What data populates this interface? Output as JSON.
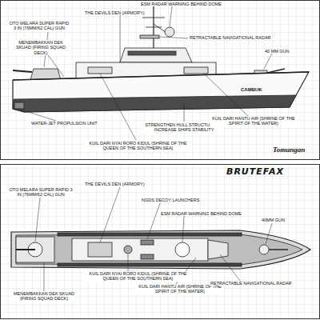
{
  "diagram": {
    "labels": [
      "ESM RADAR WARNING BEHIND DOME",
      "THE DEVILS DEN (ARMORY)",
      "OTO MELARA SUPER RAPID 3 IN (76MM/62 CAL) GUN",
      "MENEMBAKKAN DEK SKUAD (FIRING SQUAD DECK)",
      "RETRACTABLE NAVIGATIONAL RADAR",
      "40 MM GUN",
      "CAMBUK",
      "WATER-JET PROPULSION UNIT",
      "STRENGTHEN HULL STRUCTURE TO INCREASE SHIPS STABILITY",
      "KUIL DARI HANTU AIR (SHRINE OF THE SPIRIT OF THE WATER)",
      "KUIL DARI NYAI RORO KIDUL (SHRINE OF THE QUEEN OF THE SOUTHERN SEA)",
      "Tomungan",
      "BRUTEFAX",
      "OTO MELARA SUPER RAPID 3 IN (76MM/62 CAL) GUN",
      "THE DEVILS DEN (ARMORY)",
      "NGDS DECOY LAUNCHERS",
      "ESM RADAR WARNING BEHIND DOME",
      "40MM GUN",
      "KUIL DARI NYAI RORO KIDUL (SHRINE OF THE QUEEN OF THE SOUTHERN SEA)",
      "KUIL DARI HANTU AIR (SHRINE OF THE SPIRIT OF THE WATER)",
      "RETRACTABLE NAVIGATIONAL RADAR",
      "MENEMBAKKAN DEK SKUAD (FIRING SQUAD DECK)"
    ]
  }
}
